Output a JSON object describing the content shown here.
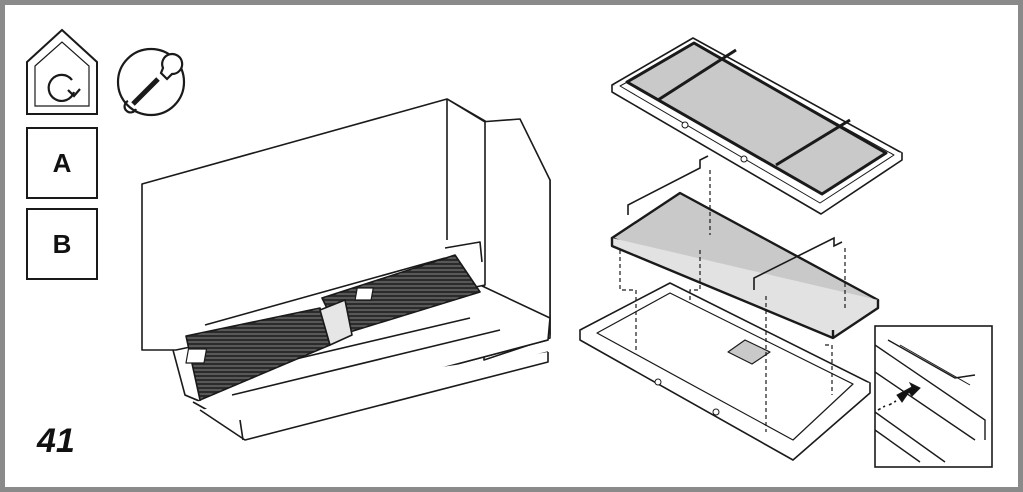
{
  "labels": {
    "option_a": "A",
    "option_b": "B",
    "figure_number": "41"
  },
  "icons": {
    "maintenance": "house-rotate-icon",
    "tool": "wrench-icon"
  },
  "colors": {
    "frame": "#8a8a8a",
    "line": "#1a1a1a",
    "filter_fill": "#c9c9c9",
    "grille_fill": "#2b2b2b",
    "arrow": "#111111"
  }
}
